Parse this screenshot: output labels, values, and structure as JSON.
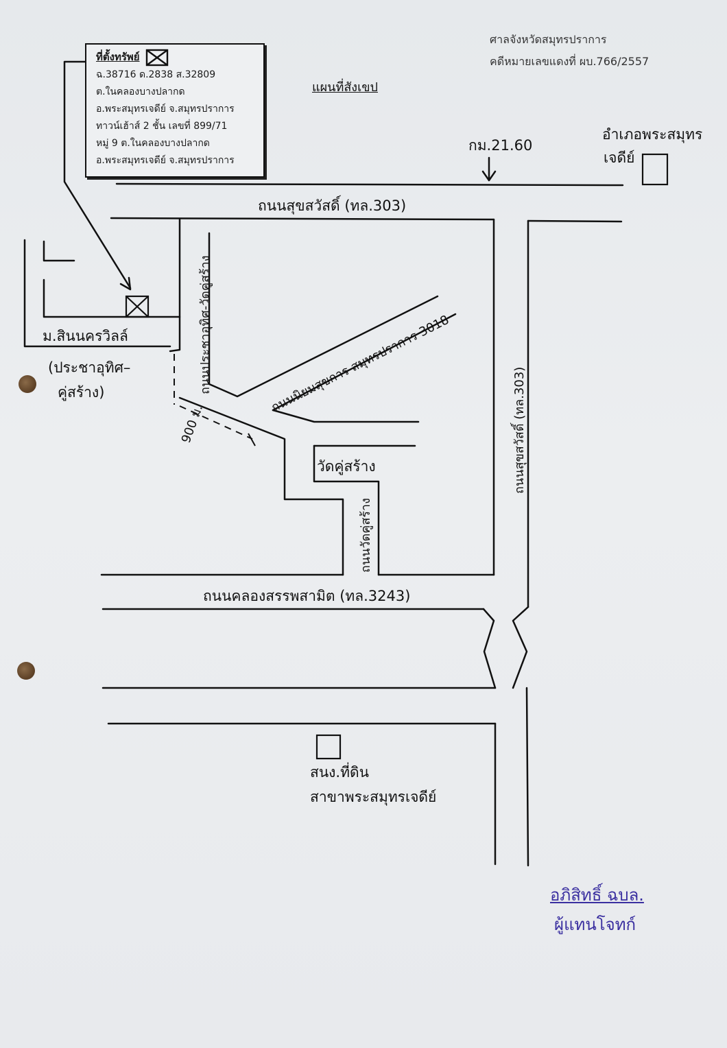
{
  "court": {
    "name": "ศาลจังหวัดสมุทรปราการ",
    "case_no": "คดีหมายเลขแดงที่ ผบ.766/2557"
  },
  "map_title": "แผนที่สังเขป",
  "property_box": {
    "title": "ที่ตั้งทรัพย์",
    "lines": [
      "ฉ.38716  ด.2838  ส.32809",
      "ต.ในคลองบางปลากด",
      "อ.พระสมุทรเจดีย์ จ.สมุทรปราการ",
      "ทาวน์เฮ้าส์ 2 ชั้น เลขที่ 899/71",
      "หมู่ 9 ต.ในคลองบางปลากด",
      "อ.พระสมุทรเจดีย์ จ.สมุทรปราการ"
    ]
  },
  "labels": {
    "km_marker": "กม.21.60",
    "amphoe_office_line1": "อำเภอพระสมุทร",
    "amphoe_office_line2": "เจดีย์",
    "road_suksawat_top": "ถนนสุขสวัสดิ์ (ทล.303)",
    "road_prachauthit": "ถนนประชาอุทิศ-วัดคู่สร้าง",
    "road_niyomsakan": "ถนนนิยมสุขการ สมุทรปราการ 3018",
    "village": "ม.สินนครวิลล์",
    "village_road_line1": "(ประชาอุทิศ–",
    "village_road_line2": "คู่สร้าง)",
    "distance": "900 ม.",
    "temple": "วัดคู่สร้าง",
    "road_wat_khusang": "ถนนวัดคู่สร้าง",
    "road_suksawat_right": "ถนนสุขสวัสดิ์ (ทล.303)",
    "road_khlong_sapphasamit": "ถนนคลองสรรพสามิต (ทล.3243)",
    "land_office_line1": "สนง.ที่ดิน",
    "land_office_line2": "สาขาพระสมุทรเจดีย์",
    "signature_line1": "อภิสิทธิ์ ฉบล.",
    "signature_line2": "ผู้แทนโจทก์"
  },
  "colors": {
    "ink": "#111111",
    "signature_ink": "#3a2fa0",
    "paper": "#eceef0"
  }
}
